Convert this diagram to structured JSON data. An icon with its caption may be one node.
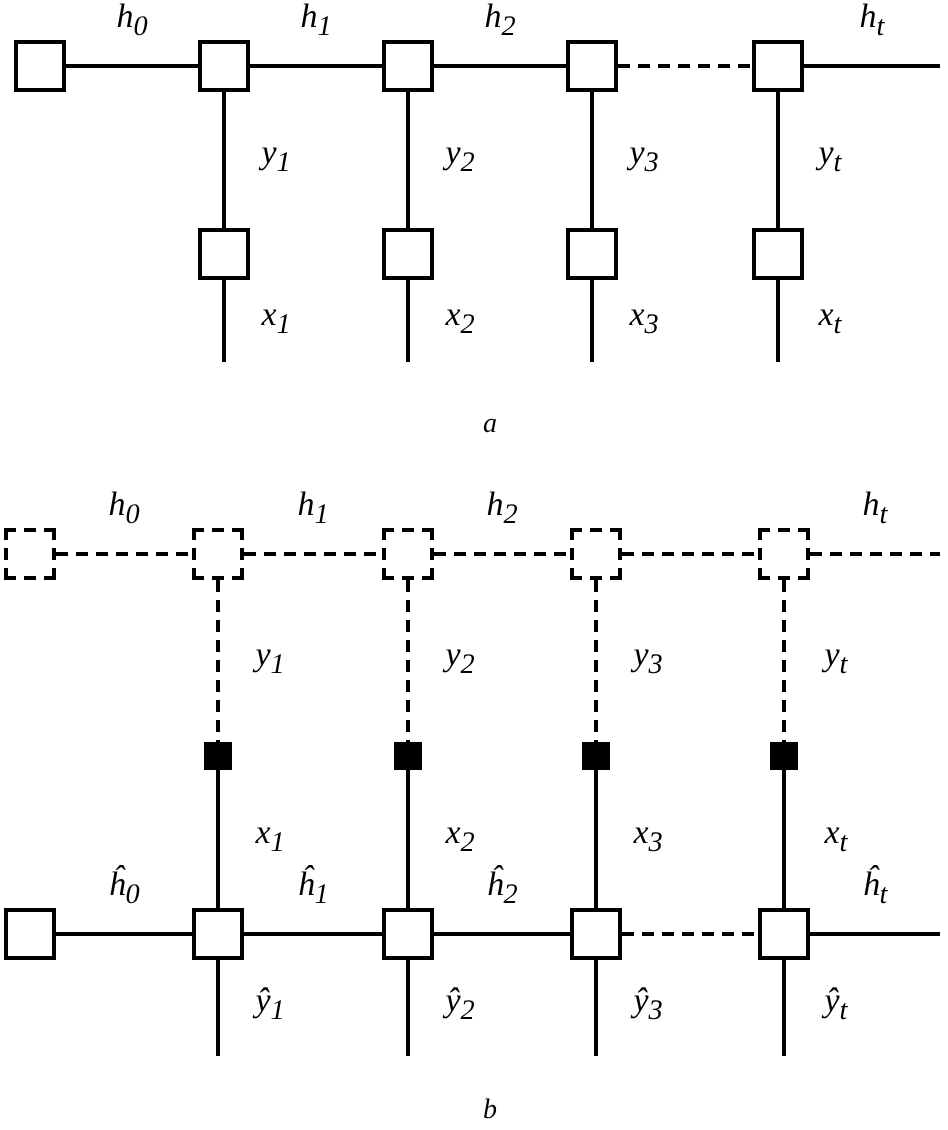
{
  "diagram": {
    "nodes": [
      {
        "text": [],
        "shape": "box"
      },
      {
        "text": [],
        "shape": "box"
      },
      {
        "text": [],
        "shape": "box"
      },
      {
        "text": [],
        "shape": "box"
      },
      {
        "text": [],
        "shape": "box"
      },
      {
        "text": [],
        "shape": "box"
      },
      {
        "text": [],
        "shape": "box"
      },
      {
        "text": [],
        "shape": "box"
      },
      {
        "text": [],
        "shape": "box"
      },
      {
        "text": [],
        "shape": "box"
      },
      {
        "text": [],
        "shape": "box"
      },
      {
        "text": [],
        "shape": "box"
      },
      {
        "text": [],
        "shape": "box"
      },
      {
        "text": [],
        "shape": "box"
      },
      {
        "text": [],
        "shape": "box"
      },
      {
        "text": [],
        "shape": "box"
      },
      {
        "text": [],
        "shape": "box"
      },
      {
        "text": [],
        "shape": "box"
      },
      {
        "text": [],
        "shape": "box"
      },
      {
        "text": [],
        "shape": "box"
      },
      {
        "text": [],
        "shape": "box"
      },
      {
        "text": [],
        "shape": "box"
      },
      {
        "text": [],
        "shape": "box"
      }
    ],
    "edges": [
      {
        "from": 0,
        "to": 1,
        "arrow": "none",
        "label": "h$_{0}$"
      },
      {
        "from": 1,
        "to": 2,
        "arrow": "none",
        "label": "h$_{1}$"
      },
      {
        "from": 2,
        "to": 3,
        "arrow": "none",
        "label": "h$_{2}$"
      },
      {
        "from": 3,
        "to": 4,
        "arrow": "none",
        "style": "dashed"
      },
      {
        "from": 4,
        "to": null,
        "arrow": "none",
        "label": "h$_{t}$"
      },
      {
        "from": 1,
        "to": 5,
        "arrow": "none",
        "label": "y$_{1}$"
      },
      {
        "from": 2,
        "to": 6,
        "arrow": "none",
        "label": "y$_{2}$"
      },
      {
        "from": 3,
        "to": 7,
        "arrow": "none",
        "label": "y$_{3}$"
      },
      {
        "from": 4,
        "to": 8,
        "arrow": "none",
        "label": "y$_{t}$"
      },
      {
        "from": 5,
        "to": null,
        "arrow": "none",
        "label": "x$_{1}$"
      },
      {
        "from": 6,
        "to": null,
        "arrow": "none",
        "label": "x$_{2}$"
      },
      {
        "from": 7,
        "to": null,
        "arrow": "none",
        "label": "x$_{3}$"
      },
      {
        "from": 8,
        "to": null,
        "arrow": "none",
        "label": "x$_{t}$"
      },
      {
        "from": 9,
        "to": 10,
        "arrow": "none",
        "label": "h$_{0}$",
        "style": "dashed"
      },
      {
        "from": 10,
        "to": 11,
        "arrow": "none",
        "label": "h$_{1}$",
        "style": "dashed"
      },
      {
        "from": 11,
        "to": 12,
        "arrow": "none",
        "label": "h$_{2}$",
        "style": "dashed"
      },
      {
        "from": 12,
        "to": 13,
        "arrow": "none",
        "style": "dashed"
      },
      {
        "from": 13,
        "to": null,
        "arrow": "none",
        "label": "h$_{t}$",
        "style": "dashed"
      },
      {
        "from": 10,
        "to": 14,
        "arrow": "none",
        "label": "y$_{1}$",
        "style": "dashed"
      },
      {
        "from": 11,
        "to": 15,
        "arrow": "none",
        "label": "y$_{2}$",
        "style": "dashed"
      },
      {
        "from": 12,
        "to": 16,
        "arrow": "none",
        "label": "y$_{3}$",
        "style": "dashed"
      },
      {
        "from": 13,
        "to": 17,
        "arrow": "none",
        "label": "y$_{t}$",
        "style": "dashed"
      },
      {
        "from": 14,
        "to": 19,
        "arrow": "none",
        "label": "x$_{1}$"
      },
      {
        "from": 15,
        "to": 20,
        "arrow": "none",
        "label": "x$_{2}$"
      },
      {
        "from": 16,
        "to": 21,
        "arrow": "none",
        "label": "x$_{3}$"
      },
      {
        "from": 17,
        "to": 22,
        "arrow": "none",
        "label": "x$_{t}$"
      },
      {
        "from": 18,
        "to": 19,
        "arrow": "none",
        "label": "ĥ$_{0}$"
      },
      {
        "from": 19,
        "to": 20,
        "arrow": "none",
        "label": "ĥ$_{1}$"
      },
      {
        "from": 20,
        "to": 21,
        "arrow": "none",
        "label": "ĥ$_{2}$"
      },
      {
        "from": 21,
        "to": 22,
        "arrow": "none",
        "style": "dashed"
      },
      {
        "from": 22,
        "to": null,
        "arrow": "none",
        "label": "ĥ$_{t}$"
      },
      {
        "from": 19,
        "to": null,
        "arrow": "none",
        "label": "ŷ$_{1}$"
      },
      {
        "from": 20,
        "to": null,
        "arrow": "none",
        "label": "ŷ$_{2}$"
      },
      {
        "from": 21,
        "to": null,
        "arrow": "none",
        "label": "ŷ$_{3}$"
      },
      {
        "from": 22,
        "to": null,
        "arrow": "none",
        "label": "ŷ$_{t}$"
      }
    ],
    "labels": [
      "a",
      "b"
    ]
  }
}
